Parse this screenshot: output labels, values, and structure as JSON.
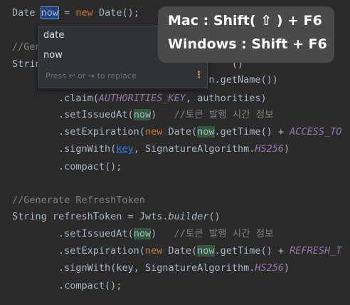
{
  "lines": [
    {
      "t": [
        {
          "s": "Date "
        },
        {
          "s": "now",
          "c": "caretbox"
        },
        {
          "s": " = "
        },
        {
          "s": "new",
          "c": "kw"
        },
        {
          "s": " Date();"
        }
      ]
    },
    {
      "t": []
    },
    {
      "t": [
        {
          "s": "//Gene",
          "c": "cm"
        }
      ]
    },
    {
      "t": [
        {
          "s": "String"
        },
        {
          "s": "                                "
        },
        {
          "s": "()"
        }
      ]
    },
    {
      "t": [
        {
          "s": "                                  "
        },
        {
          "s": "n.getName())"
        }
      ]
    },
    {
      "t": [
        {
          "s": "        .claim("
        },
        {
          "s": "AUTHORITIES_KEY",
          "c": "ital"
        },
        {
          "s": ", authorities)"
        }
      ]
    },
    {
      "t": [
        {
          "s": "        .setIssuedAt("
        },
        {
          "s": "now",
          "c": "hlg"
        },
        {
          "s": ")   "
        },
        {
          "s": "//토큰 발행 시간 정보",
          "c": "cm"
        }
      ]
    },
    {
      "t": [
        {
          "s": "        .setExpiration("
        },
        {
          "s": "new",
          "c": "kw"
        },
        {
          "s": " Date("
        },
        {
          "s": "now",
          "c": "hlg"
        },
        {
          "s": ".getTime() + "
        },
        {
          "s": "ACCESS_TO",
          "c": "ital"
        }
      ]
    },
    {
      "t": [
        {
          "s": "        .signWith("
        },
        {
          "s": "key",
          "c": "ul"
        },
        {
          "s": ", SignatureAlgorithm."
        },
        {
          "s": "HS256",
          "c": "ital"
        },
        {
          "s": ")"
        }
      ]
    },
    {
      "t": [
        {
          "s": "        .compact();"
        }
      ]
    },
    {
      "t": []
    },
    {
      "t": [
        {
          "s": "//Generate RefreshToken",
          "c": "cm"
        }
      ]
    },
    {
      "t": [
        {
          "s": "String refreshToken = Jwts."
        },
        {
          "s": "builder",
          "c": "italw"
        },
        {
          "s": "()"
        }
      ]
    },
    {
      "t": [
        {
          "s": "        .setIssuedAt("
        },
        {
          "s": "now",
          "c": "hlg"
        },
        {
          "s": ")   "
        },
        {
          "s": "//토큰 발행 시간 정보",
          "c": "cm"
        }
      ]
    },
    {
      "t": [
        {
          "s": "        .setExpiration("
        },
        {
          "s": "new",
          "c": "kw"
        },
        {
          "s": " Date("
        },
        {
          "s": "now",
          "c": "hlg"
        },
        {
          "s": ".getTime() + "
        },
        {
          "s": "REFRESH_T",
          "c": "ital"
        }
      ]
    },
    {
      "t": [
        {
          "s": "        .signWith("
        },
        {
          "s": "key"
        },
        {
          "s": ", SignatureAlgorithm."
        },
        {
          "s": "HS256",
          "c": "ital"
        },
        {
          "s": ")"
        }
      ]
    },
    {
      "t": [
        {
          "s": "        .compact();"
        }
      ]
    }
  ],
  "completion": {
    "items": [
      "date",
      "now"
    ],
    "hint": "Press ↩ or ⇥ to replace",
    "menu_icon": "⋮"
  },
  "shortcut_tip": {
    "mac": "Mac : Shift( ⇧ ) + F6",
    "windows": "Windows : Shift + F6"
  }
}
